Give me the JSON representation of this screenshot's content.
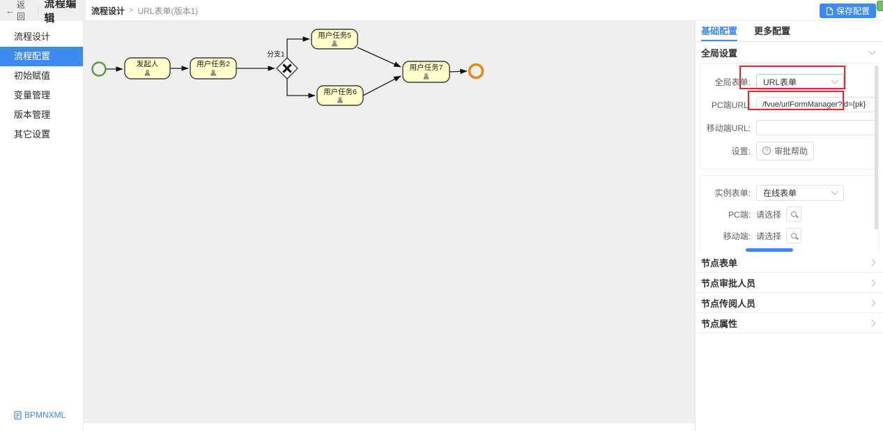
{
  "header": {
    "back_label": "返回",
    "back_arrow": "←",
    "app_title": "流程编辑",
    "breadcrumb": {
      "current": "流程设计",
      "separator": ">",
      "page": "URL表单(版本1)"
    },
    "save_button": "保存配置"
  },
  "sidebar": {
    "items": [
      {
        "label": "流程设计"
      },
      {
        "label": "流程配置"
      },
      {
        "label": "初始赋值"
      },
      {
        "label": "变量管理"
      },
      {
        "label": "版本管理"
      },
      {
        "label": "其它设置"
      }
    ],
    "active_index": 1,
    "bottom_link": "BPMNXML"
  },
  "diagram": {
    "nodes": {
      "task1": "发起人",
      "task2": "用户任务2",
      "gateway": "分支1",
      "task5": "用户任务5",
      "task6": "用户任务6",
      "task7": "用户任务7"
    },
    "colors": {
      "task_fill": "#ffffcc",
      "task_border": "#3b3b3b",
      "start_event": "#5b9b44",
      "end_event": "#e8890c"
    }
  },
  "panel": {
    "tabs": [
      {
        "label": "基础配置"
      },
      {
        "label": "更多配置"
      }
    ],
    "section_title": "全局设置",
    "global_form": {
      "label": "全局表单:",
      "value": "URL表单"
    },
    "pc_url": {
      "label": "PC端URL:",
      "value": "/fvue/urlFormManager?id={pk}"
    },
    "mobile_url": {
      "label": "移动端URL:",
      "value": ""
    },
    "settings": {
      "label": "设置:",
      "button": "审批帮助",
      "icon_glyph": "?"
    },
    "instance_form": {
      "label": "实例表单:",
      "value": "在线表单"
    },
    "pc_form": {
      "label": "PC端:",
      "placeholder": "请选择"
    },
    "mobile_form": {
      "label": "移动端:",
      "placeholder": "请选择"
    },
    "accordions": [
      {
        "label": "节点表单"
      },
      {
        "label": "节点审批人员"
      },
      {
        "label": "节点传阅人员"
      },
      {
        "label": "节点属性"
      }
    ],
    "colors": {
      "accent": "#3d8af2",
      "annotation": "#f02222"
    }
  }
}
